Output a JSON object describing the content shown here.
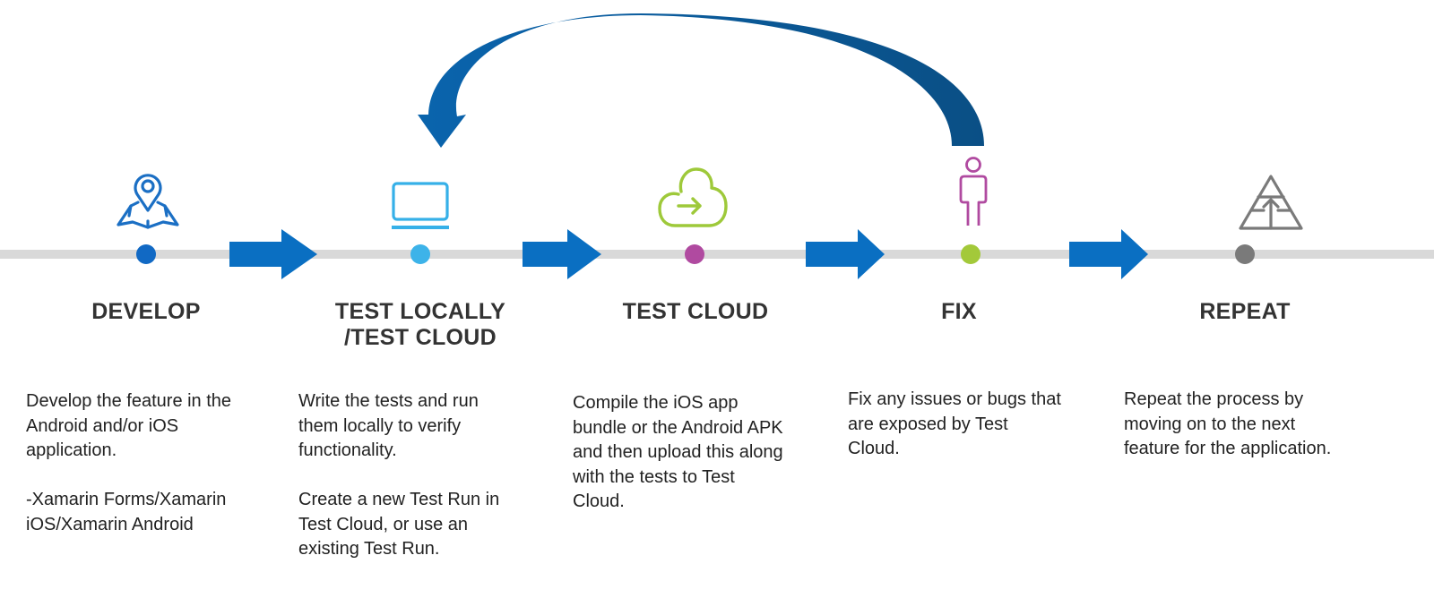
{
  "diagram": {
    "colors": {
      "timeline": "#d9d9d9",
      "flow_arrow": "#0a6fc2",
      "loop_arrow": "#0b5a9a",
      "title_text": "#333333",
      "desc_text": "#222222"
    },
    "loop_arrow": {
      "from": "FIX",
      "to": "TEST LOCALLY /TEST CLOUD"
    },
    "steps": [
      {
        "icon": "map-pin-icon",
        "icon_color": "#1b6fc4",
        "dot_color": "#1169c4",
        "title_line1": "DEVELOP",
        "title_line2": "",
        "description": "Develop the feature in the\nAndroid and/or iOS\napplication.\n\n-Xamarin Forms/Xamarin\niOS/Xamarin Android"
      },
      {
        "icon": "laptop-icon",
        "icon_color": "#36b0e8",
        "dot_color": "#3db3e9",
        "title_line1": "TEST LOCALLY",
        "title_line2": "/TEST CLOUD",
        "description": "Write the tests and run\nthem locally to verify\nfunctionality.\n\nCreate a new Test Run in\nTest Cloud, or use an\nexisting Test Run."
      },
      {
        "icon": "cloud-upload-icon",
        "icon_color": "#9ec93a",
        "dot_color": "#b04aa0",
        "title_line1": "TEST CLOUD",
        "title_line2": "",
        "description": "Compile the iOS app\nbundle or the Android APK\nand then upload this along\nwith the tests to Test\nCloud."
      },
      {
        "icon": "person-icon",
        "icon_color": "#b04aa0",
        "dot_color": "#a3c93a",
        "title_line1": "FIX",
        "title_line2": "",
        "description": "Fix any issues or bugs that\nare exposed by Test\nCloud."
      },
      {
        "icon": "pyramid-up-icon",
        "icon_color": "#7a7a7a",
        "dot_color": "#7a7a7a",
        "title_line1": "REPEAT",
        "title_line2": "",
        "description": "Repeat the process by\nmoving on to the next\nfeature for the application."
      }
    ]
  }
}
